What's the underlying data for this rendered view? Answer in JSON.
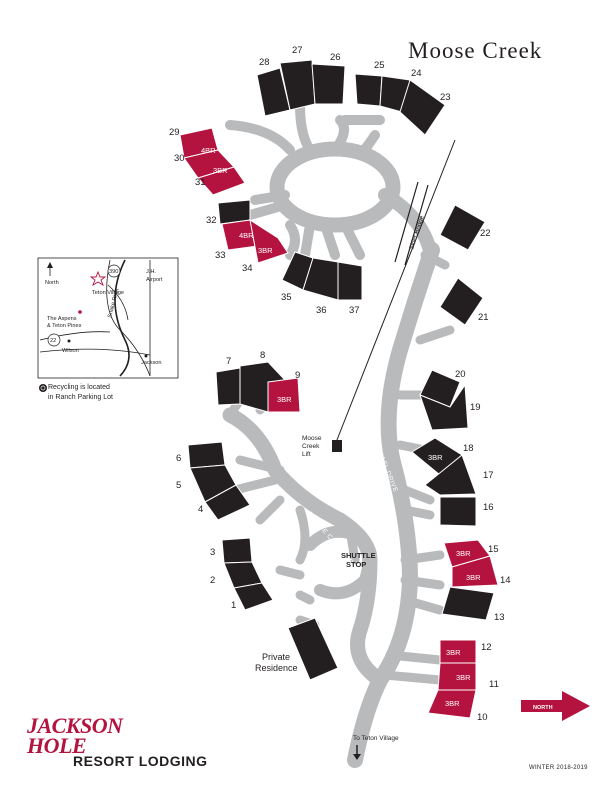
{
  "map": {
    "title": "Moose Creek",
    "season": "WINTER 2018-2019",
    "north_label": "NORTH",
    "recycling_note": [
      "Recycling is located",
      "in Ranch Parking Lot"
    ],
    "shuttle_stop": [
      "SHUTTLE",
      "STOP"
    ],
    "lift_label": [
      "Moose",
      "Creek",
      "Lift"
    ],
    "private_residence": [
      "Private",
      "Residence"
    ],
    "to_village": "To Teton Village",
    "skier_bridge": "Skier Bridge",
    "roads": {
      "michael_drive": "MICHAEL DRIVE",
      "moose_creek_drive": "MOOSE CREEK DRIVE"
    },
    "bedroom_labels": {
      "br3": "3BR",
      "br4": "4BR"
    },
    "units": [
      "1",
      "2",
      "3",
      "4",
      "5",
      "6",
      "7",
      "8",
      "9",
      "10",
      "11",
      "12",
      "13",
      "14",
      "15",
      "16",
      "17",
      "18",
      "19",
      "20",
      "21",
      "22",
      "23",
      "24",
      "25",
      "26",
      "27",
      "28",
      "29",
      "30",
      "31",
      "32",
      "33",
      "34",
      "35",
      "36",
      "37"
    ],
    "colors": {
      "highlight": "#b5133f",
      "building": "#231f20",
      "road": "#b9babc"
    }
  },
  "inset": {
    "north": "North",
    "teton_village": "Teton Village",
    "jh_airport": [
      "J.H.",
      "Airport"
    ],
    "aspens": [
      "The Aspens",
      "& Teton Pines"
    ],
    "wilson": "Wilson",
    "jackson": "Jackson",
    "snake_river": "Snake River",
    "route_390": "390",
    "route_22": "22"
  },
  "brand": {
    "line1": "JACKSON",
    "line2": "HOLE",
    "line3": "RESORT LODGING"
  }
}
